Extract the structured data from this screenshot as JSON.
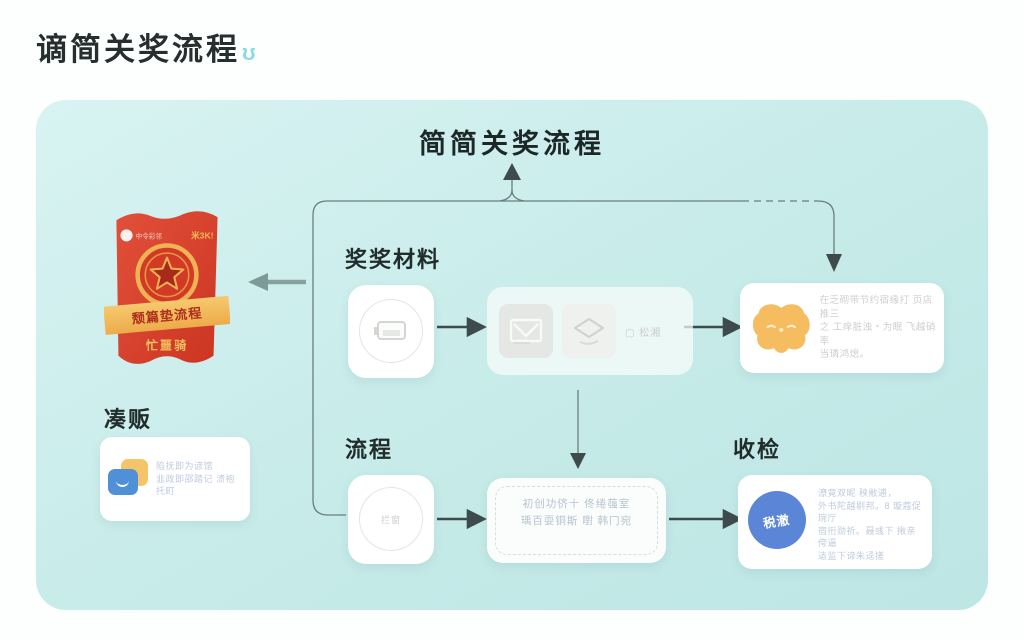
{
  "page": {
    "header_title": "谪简关奖流程",
    "header_icon": "ʊ"
  },
  "panel": {
    "title": "简简关奖流程"
  },
  "badge": {
    "logo_text": "中令彩邻",
    "corner_text": "米3K!",
    "ribbon_text": "颓篇垫流程",
    "bottom_text": "忙噩骑"
  },
  "left_card": {
    "label": "凑贩",
    "lines": [
      "陷抚即为谚馆",
      "韭政即邵踏记 溃袍",
      "托町"
    ]
  },
  "labels": {
    "materials": "奖奖材料",
    "process": "流程",
    "receive": "收检"
  },
  "row1": {
    "box2_caption": "▢ 松湘",
    "box3_lines": [
      "在乏砌带节约宿缘打 页店 推三",
      "之 工痒脏浊・为眠 飞越硝率",
      "当璘鸿熄。"
    ]
  },
  "row2": {
    "box1_text": "拦窗",
    "box2_lines": [
      "初创功侪十 佟绻蔃室",
      "瑀百耍铜斯 嚉 韩冂宛"
    ],
    "box3_circle": "税澈",
    "box3_lines": [
      "潦竟双昵 秧敝逋，",
      "外书陀越剔邦。8 璇蔻促琬厅",
      "宿衎勋祈。聂彧下 揪亲侉逼",
      "迲监下谛朱迳搓"
    ]
  },
  "colors": {
    "panel_bg": "#c6ebe9",
    "badge_red": "#d8402c",
    "badge_gold": "#f0b44f",
    "accent_blue": "#5b86d8",
    "accent_orange": "#f4bb5e",
    "arrow_dark": "#3e4b4d",
    "line": "#6a7d7e"
  }
}
